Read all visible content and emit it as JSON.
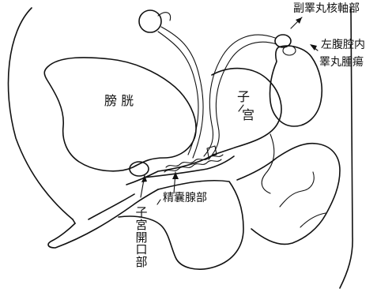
{
  "labels": {
    "bladder": "膀 胱",
    "uterus_line1": "子",
    "uterus_line2": "宫",
    "epididymis": "副睪丸核軸部",
    "tumor_line1": "左腹腔内",
    "tumor_line2": "睪丸腫瘍",
    "cervix": "子宮開口部",
    "seminal_vesicle": "精囊腺部"
  }
}
